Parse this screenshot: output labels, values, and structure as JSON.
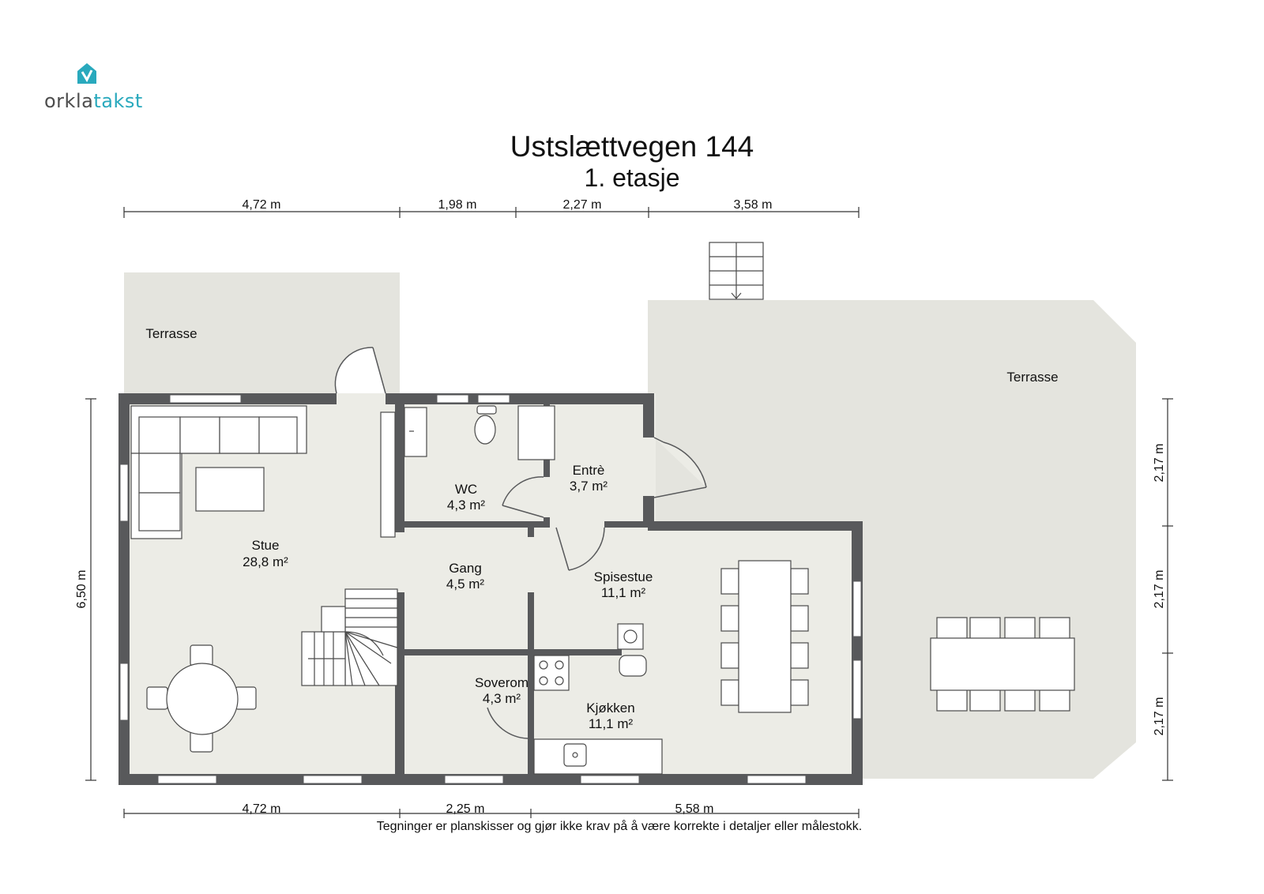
{
  "logo": {
    "part1": "orkla",
    "part2": "takst",
    "accent": "#29a9bd",
    "icon": "house-check-icon"
  },
  "title": "Ustslættvegen 144",
  "subtitle": "1. etasje",
  "disclaimer": "Tegninger er planskisser og gjør ikke krav på å være korrekte i detaljer eller målestokk.",
  "dimensions": {
    "top": [
      "4,72 m",
      "1,98 m",
      "2,27 m",
      "3,58 m"
    ],
    "bottom": [
      "4,72 m",
      "2,25 m",
      "5,58 m"
    ],
    "left": "6,50 m",
    "right": [
      "2,17 m",
      "2,17 m",
      "2,17 m"
    ]
  },
  "rooms": {
    "terrace_left": {
      "name": "Terrasse"
    },
    "terrace_right": {
      "name": "Terrasse"
    },
    "wc": {
      "name": "WC",
      "area": "4,3 m²"
    },
    "entre": {
      "name": "Entrè",
      "area": "3,7 m²"
    },
    "stue": {
      "name": "Stue",
      "area": "28,8 m²"
    },
    "gang": {
      "name": "Gang",
      "area": "4,5 m²"
    },
    "spisestue": {
      "name": "Spisestue",
      "area": "11,1 m²"
    },
    "soverom": {
      "name": "Soverom",
      "area": "4,3 m²"
    },
    "kjokken": {
      "name": "Kjøkken",
      "area": "11,1 m²"
    }
  },
  "colors": {
    "wall": "#58595b",
    "floor": "#ecece6",
    "terrace": "#e4e4de",
    "furniture_stroke": "#4a4a4a",
    "furniture_fill": "#ffffff"
  }
}
